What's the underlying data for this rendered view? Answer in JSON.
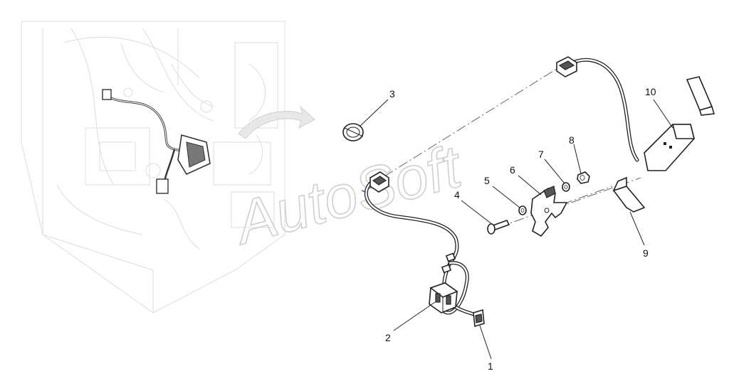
{
  "watermark": {
    "text": "AutoSoft"
  },
  "callouts": [
    {
      "id": "1",
      "label": "1"
    },
    {
      "id": "2",
      "label": "2"
    },
    {
      "id": "3",
      "label": "3"
    },
    {
      "id": "4",
      "label": "4"
    },
    {
      "id": "5",
      "label": "5"
    },
    {
      "id": "6",
      "label": "6"
    },
    {
      "id": "7",
      "label": "7"
    },
    {
      "id": "8",
      "label": "8"
    },
    {
      "id": "9",
      "label": "9"
    },
    {
      "id": "10",
      "label": "10"
    }
  ],
  "colors": {
    "line": "#222222",
    "background_drawing": "#dcdcdc",
    "watermark": "#cfcfcf",
    "arrow": "#d9d9d9"
  },
  "icons": {
    "locator_arrow": "curved-arrow-icon"
  }
}
